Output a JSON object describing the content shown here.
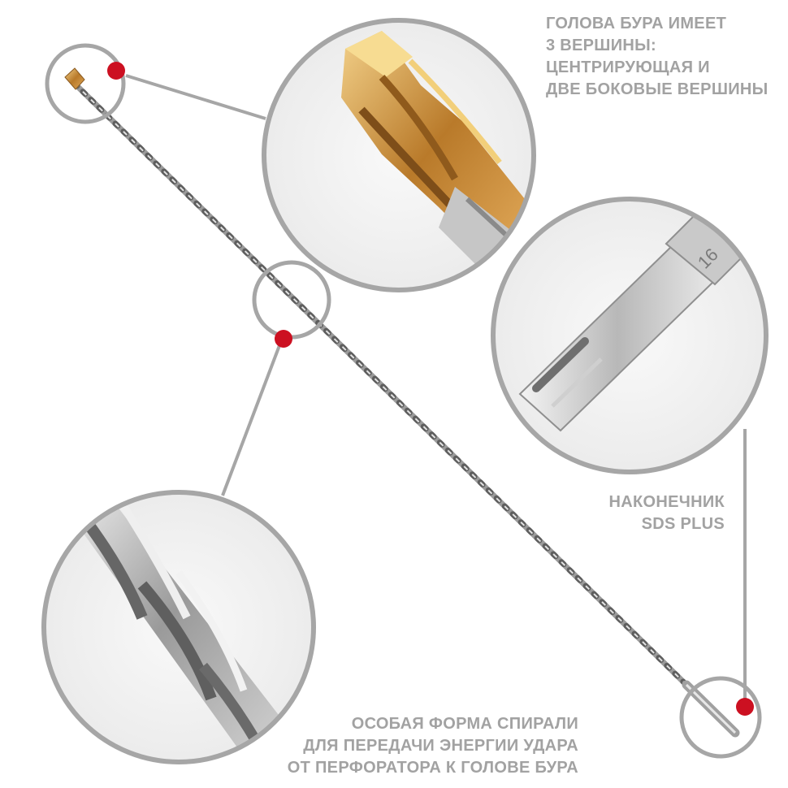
{
  "captions": {
    "drill_head": [
      "Голова бура имеет",
      "3 вершины:",
      "центрирующая и",
      "две боковые вершины"
    ],
    "shank": [
      "Наконечник",
      "SDS PLUS"
    ],
    "spiral": [
      "Особая форма спирали",
      "для передачи энергии удара",
      "от перфоратора к голове бура"
    ]
  },
  "shank_marking": "16",
  "colors": {
    "ring": "#a6a6a6",
    "marker": "#cc1021",
    "caption": "#a2a2a2",
    "steel": "#9c9c9c",
    "carbide_tip": "#c8913a"
  }
}
